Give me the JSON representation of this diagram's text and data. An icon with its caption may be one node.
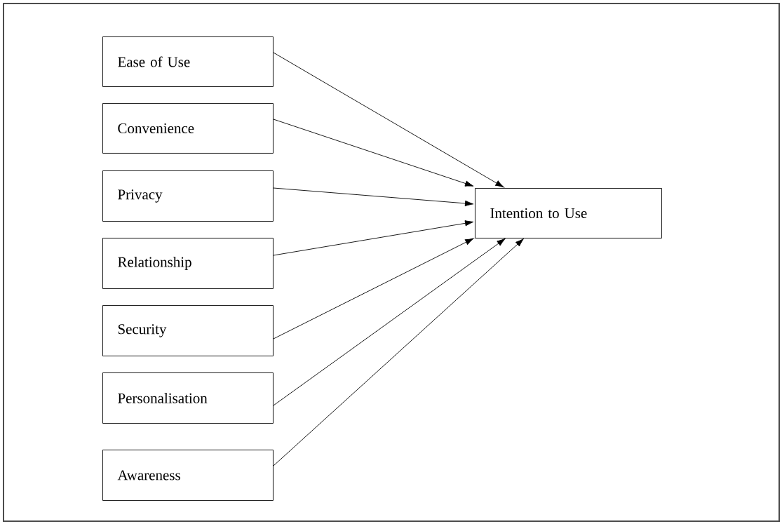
{
  "diagram": {
    "nodes": [
      {
        "text": [
          "Ease of Use"
        ]
      },
      {
        "text": [
          "Convenience"
        ]
      },
      {
        "text": [
          "Privacy"
        ]
      },
      {
        "text": [
          "Relationship"
        ]
      },
      {
        "text": [
          "Security"
        ]
      },
      {
        "text": [
          "Personalisation"
        ]
      },
      {
        "text": [
          "Awareness"
        ]
      },
      {
        "text": [
          "Intention to Use"
        ]
      }
    ],
    "edges": [
      {
        "from": 0,
        "to": 7,
        "arrow": "to"
      },
      {
        "from": 1,
        "to": 7,
        "arrow": "to"
      },
      {
        "from": 2,
        "to": 7,
        "arrow": "to"
      },
      {
        "from": 3,
        "to": 7,
        "arrow": "to"
      },
      {
        "from": 4,
        "to": 7,
        "arrow": "to"
      },
      {
        "from": 5,
        "to": 7,
        "arrow": "to"
      },
      {
        "from": 6,
        "to": 7,
        "arrow": "to"
      }
    ]
  }
}
